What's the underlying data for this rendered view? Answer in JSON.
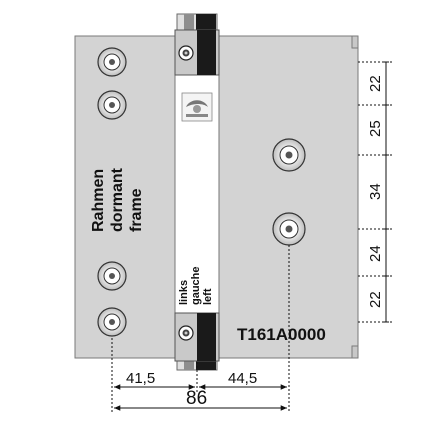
{
  "drawing": {
    "part_number": "T161A0000",
    "frame_label_lines": [
      "Rahmen",
      "dormant",
      "frame"
    ],
    "side_label_lines": [
      "links",
      "gauche",
      "left"
    ],
    "logo_name": "manufacturer-logo",
    "dimensions": {
      "vertical": [
        "22",
        "25",
        "34",
        "24",
        "22"
      ],
      "horizontal_left": "41,5",
      "horizontal_right": "44,5",
      "horizontal_total": "86"
    }
  }
}
